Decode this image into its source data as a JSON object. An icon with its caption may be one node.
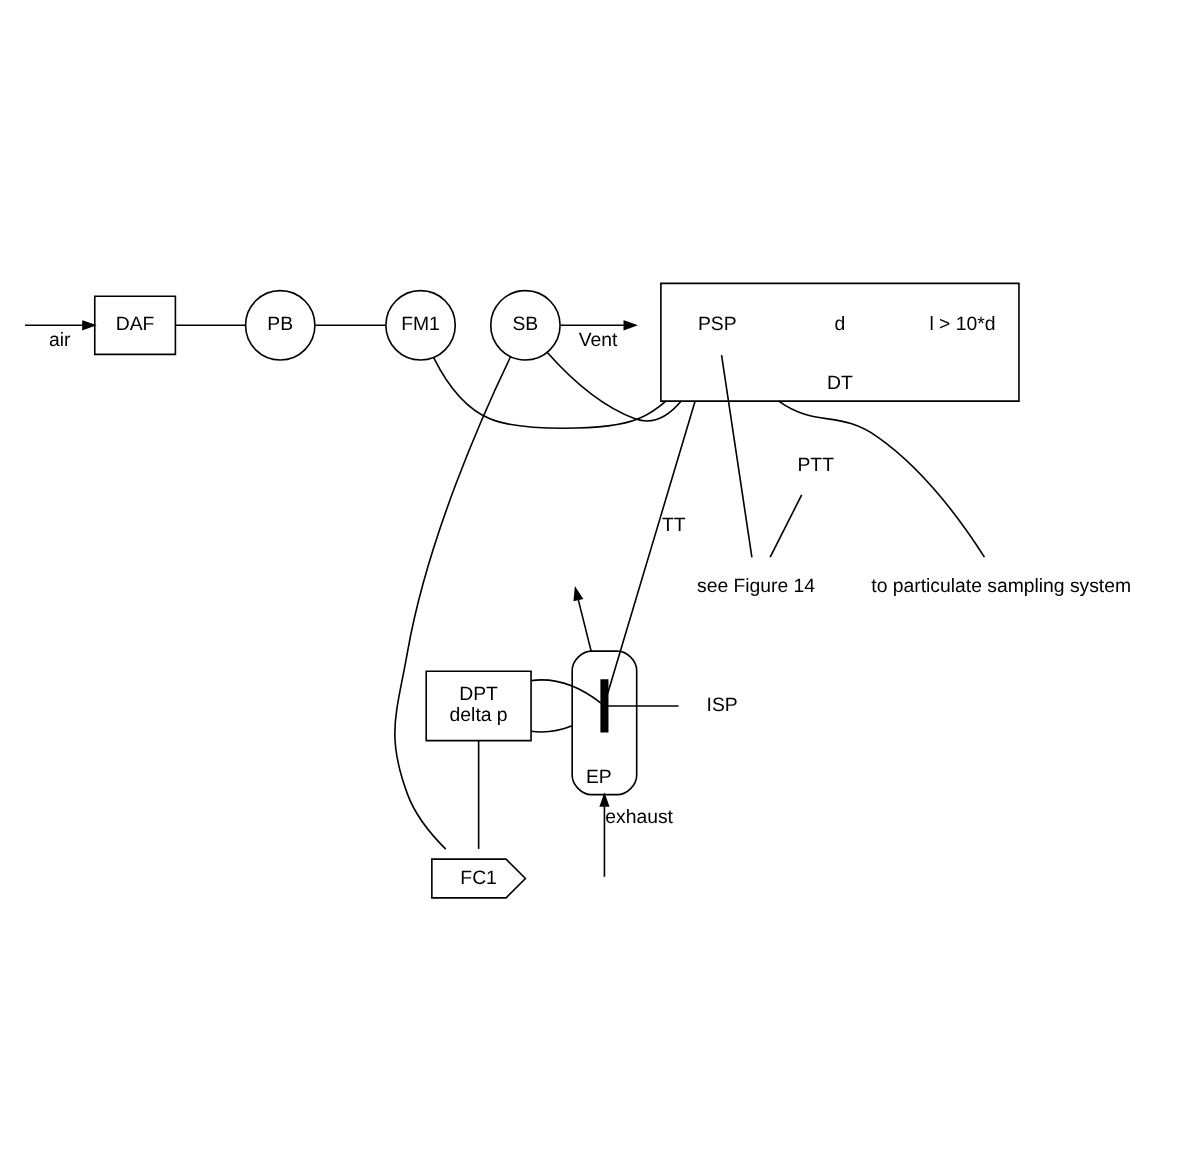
{
  "diagram": {
    "nodes": [
      {
        "text": [
          "DAF"
        ]
      },
      {
        "text": [
          "PB"
        ]
      },
      {
        "text": [
          "FM1"
        ]
      },
      {
        "text": [
          "DT"
        ]
      },
      {
        "text": [
          "PSP"
        ],
        "in": 3
      },
      {
        "text": [
          "SB"
        ]
      },
      {
        "text": [
          "PTT"
        ]
      },
      {
        "text": [
          "see Figure 14"
        ]
      },
      {
        "text": [
          "to particulate sampling system"
        ]
      },
      {
        "text": [
          "EP"
        ]
      },
      {
        "text": [
          "ISP"
        ]
      },
      {
        "text": [],
        "shape": "bar",
        "in": 9
      },
      {
        "text": [
          "DPT",
          "delta p"
        ]
      },
      {
        "text": [
          "FC1"
        ]
      }
    ],
    "edges": [
      {
        "from": null,
        "to": 0,
        "arrow": "to",
        "label": "air"
      },
      {
        "from": 0,
        "to": 1,
        "arrow": "none"
      },
      {
        "from": 1,
        "to": 2,
        "arrow": "none"
      },
      {
        "from": 2,
        "to": 3,
        "arrow": "none"
      },
      {
        "from": 3,
        "to": 5,
        "arrow": "none"
      },
      {
        "from": 5,
        "to": null,
        "arrow": "to",
        "label": "Vent"
      },
      {
        "from": 7,
        "to": 4,
        "arrow": "none"
      },
      {
        "from": 7,
        "to": 6,
        "arrow": "none"
      },
      {
        "from": 3,
        "to": 8,
        "arrow": "none"
      },
      {
        "from": 11,
        "to": 3,
        "arrow": "none",
        "label": "TT"
      },
      {
        "from": 10,
        "to": 11,
        "arrow": "none"
      },
      {
        "from": 11,
        "to": 12,
        "arrow": "none"
      },
      {
        "from": 9,
        "to": 12,
        "arrow": "none"
      },
      {
        "from": 12,
        "to": 13,
        "arrow": "none"
      },
      {
        "from": 13,
        "to": 5,
        "arrow": "none"
      },
      {
        "from": null,
        "to": 9,
        "arrow": "to",
        "label": "exhaust"
      },
      {
        "from": 9,
        "to": null,
        "arrow": "to"
      }
    ],
    "labels": [
      "l > 10*d",
      "d"
    ]
  }
}
